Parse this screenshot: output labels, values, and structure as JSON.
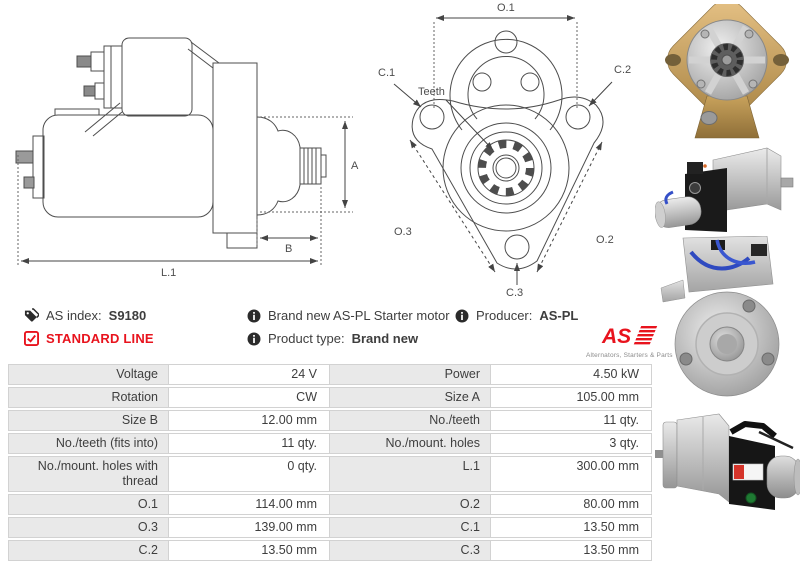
{
  "header": {
    "as_index_label": "AS index:",
    "as_index_value": "S9180",
    "standard_line": "STANDARD LINE",
    "description": "Brand new AS-PL Starter motor",
    "product_type_label": "Product type:",
    "product_type_value": "Brand new",
    "producer_label": "Producer:",
    "producer_value": "AS-PL"
  },
  "logo": {
    "text": "AS",
    "tagline": "Alternators, Starters & Parts"
  },
  "diagrams": {
    "side_view": {
      "a": "A",
      "b": "B",
      "l1": "L.1"
    },
    "front_view": {
      "o1": "O.1",
      "c1": "C.1",
      "c2": "C.2",
      "c3": "C.3",
      "o2": "O.2",
      "o3": "O.3",
      "teeth": "Teeth"
    }
  },
  "colors": {
    "accent_red": "#e8131d",
    "text": "#3e3e3e",
    "table_label_bg": "#e9e9e9",
    "table_border": "#d2d2d2",
    "drawing_line": "#4d4d4d"
  },
  "icons": [
    "tag-icon",
    "checkbox-checked-icon",
    "info-icon"
  ],
  "spec_table": {
    "rows": [
      [
        "Voltage",
        "24 V",
        "Power",
        "4.50 kW"
      ],
      [
        "Rotation",
        "CW",
        "Size A",
        "105.00 mm"
      ],
      [
        "Size B",
        "12.00 mm",
        "No./teeth",
        "11 qty."
      ],
      [
        "No./teeth (fits into)",
        "11 qty.",
        "No./mount. holes",
        "3 qty."
      ],
      [
        "No./mount. holes with thread",
        "0 qty.",
        "L.1",
        "300.00 mm"
      ],
      [
        "O.1",
        "114.00 mm",
        "O.2",
        "80.00 mm"
      ],
      [
        "O.3",
        "139.00 mm",
        "C.1",
        "13.50 mm"
      ],
      [
        "C.2",
        "13.50 mm",
        "C.3",
        "13.50 mm"
      ]
    ]
  }
}
